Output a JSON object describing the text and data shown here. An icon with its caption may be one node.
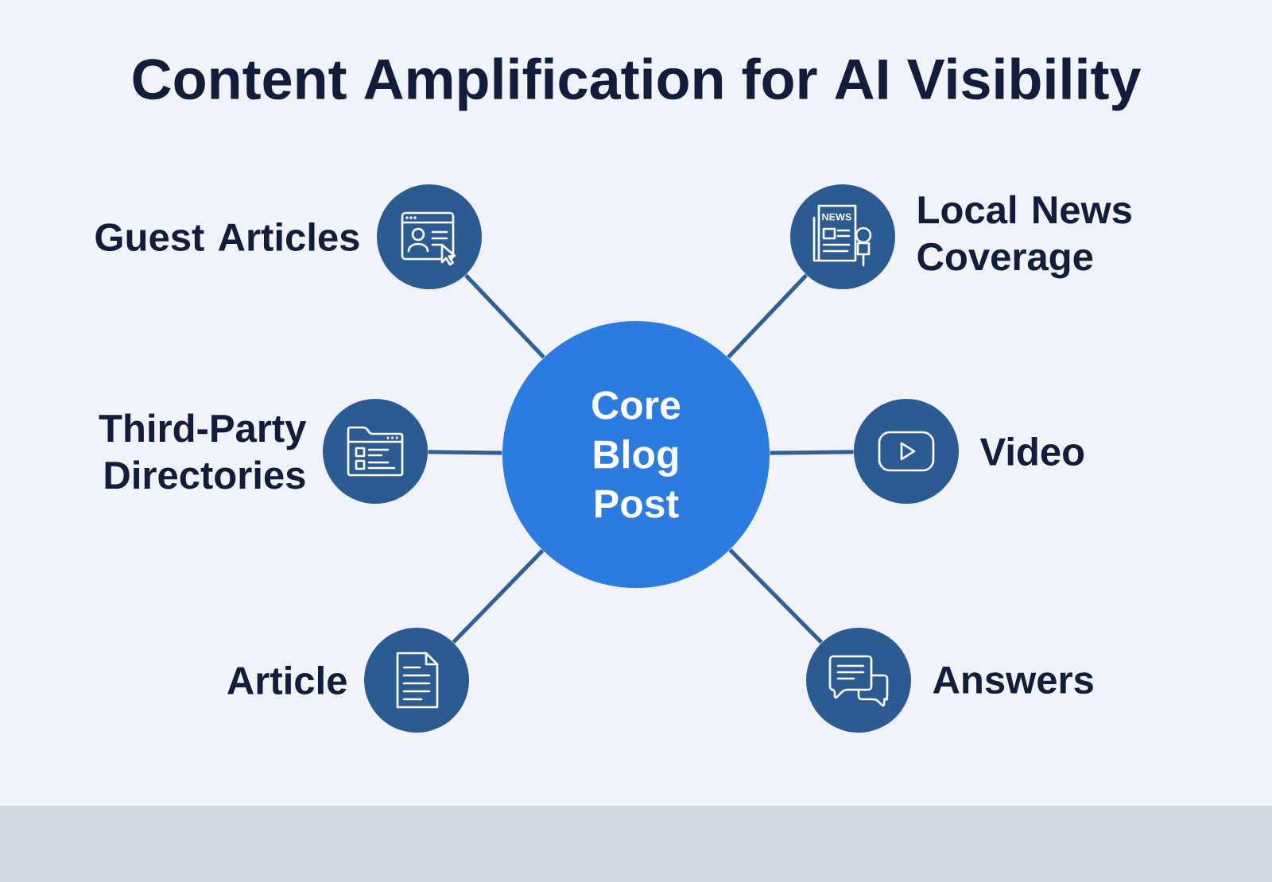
{
  "diagram": {
    "title": "Content Amplification for AI Visibility",
    "nodes": [
      {
        "text": [
          "Guest Articles"
        ]
      },
      {
        "text": [
          "Local News Coverage"
        ]
      },
      {
        "text": [
          "Third-Party Directories"
        ]
      },
      {
        "text": [
          "Core Blog Post"
        ]
      },
      {
        "text": [
          "Video"
        ]
      },
      {
        "text": [
          "Article"
        ]
      },
      {
        "text": [
          "Answers"
        ]
      }
    ],
    "edges": [
      {
        "from": 3,
        "to": 0,
        "arrow": "none"
      },
      {
        "from": 3,
        "to": 1,
        "arrow": "none"
      },
      {
        "from": 3,
        "to": 2,
        "arrow": "none"
      },
      {
        "from": 3,
        "to": 4,
        "arrow": "none"
      },
      {
        "from": 3,
        "to": 5,
        "arrow": "none"
      },
      {
        "from": 3,
        "to": 6,
        "arrow": "none"
      }
    ],
    "labels": [
      "NEWS"
    ]
  }
}
